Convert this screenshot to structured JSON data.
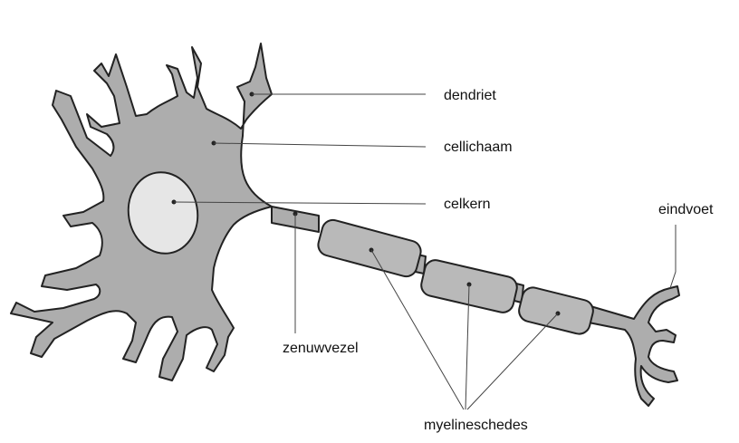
{
  "labels": {
    "dendrite": "dendriet",
    "cell_body": "cellichaam",
    "nucleus": "celkern",
    "terminal": "eindvoet",
    "axon": "zenuwvezel",
    "myelin": "myelineschedes"
  },
  "colors": {
    "cell_fill": "#adadad",
    "nucleus_fill": "#e6e6e6",
    "myelin_fill": "#b9b9b9",
    "outline": "#222222",
    "background": "#ffffff"
  }
}
